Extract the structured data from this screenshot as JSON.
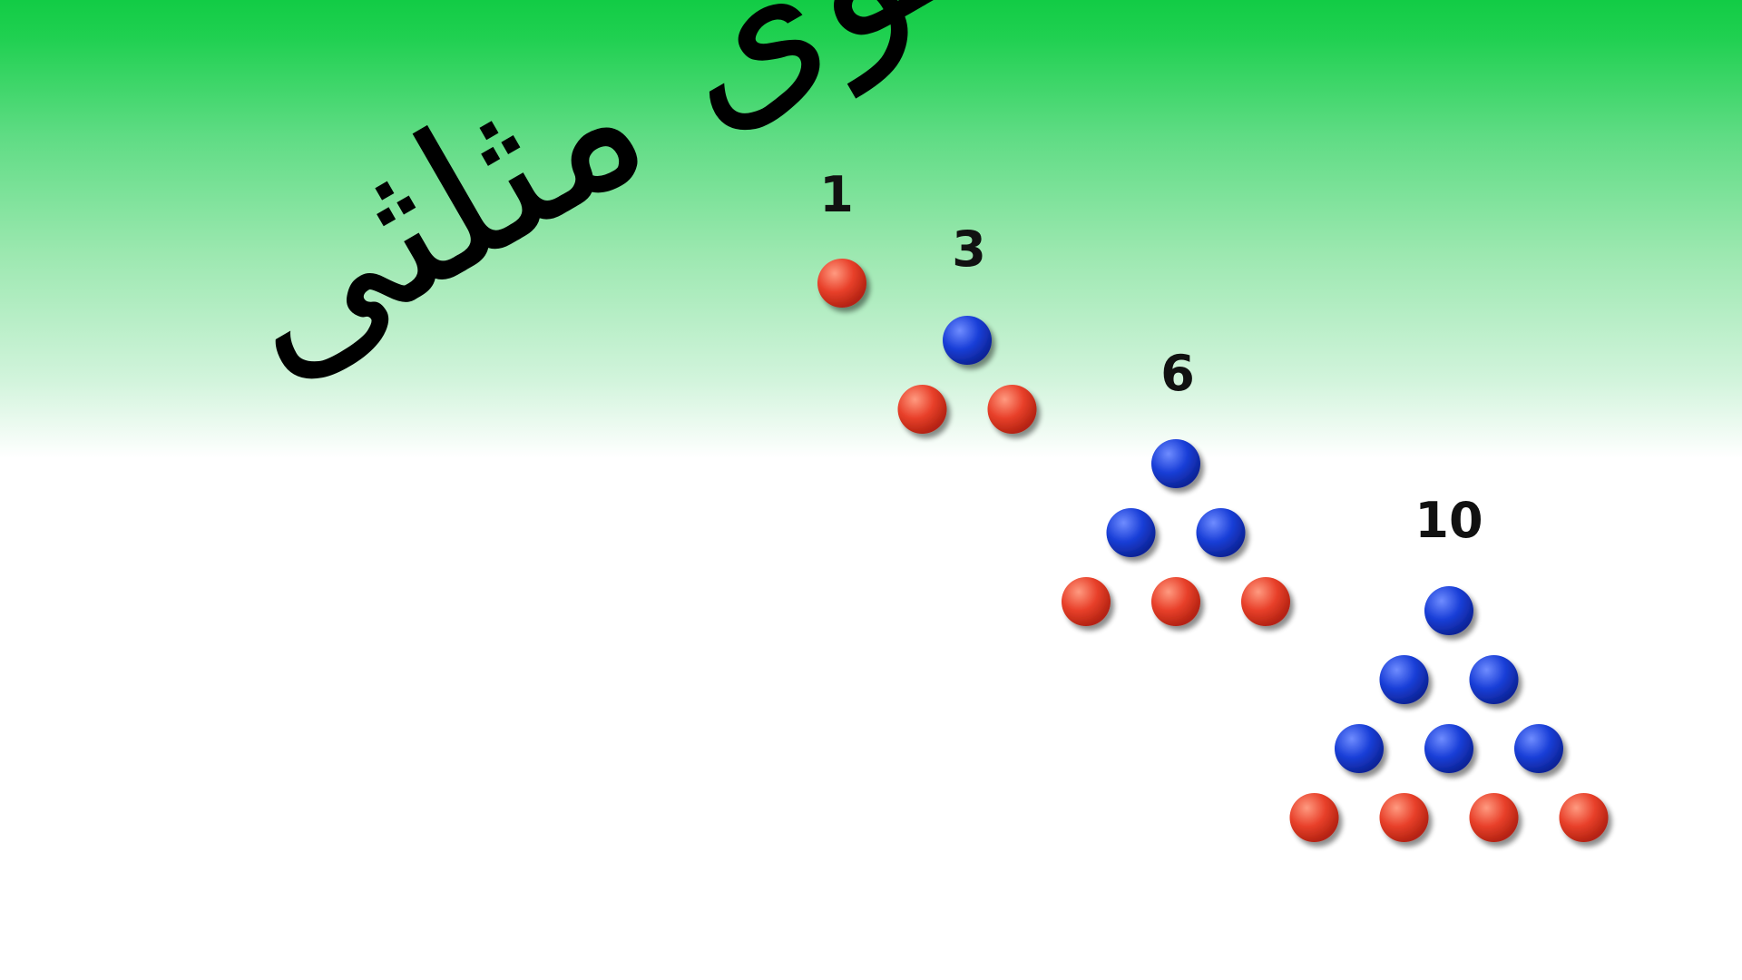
{
  "title": "الگوی مثلثی",
  "colors": {
    "dot_red": "#e8402a",
    "dot_blue": "#1a3fd8",
    "green_top": "#12cc45"
  },
  "triangles": [
    {
      "label": "1",
      "rows": [
        [
          "red"
        ]
      ]
    },
    {
      "label": "3",
      "rows": [
        [
          "blue"
        ],
        [
          "red",
          "red"
        ]
      ]
    },
    {
      "label": "6",
      "rows": [
        [
          "blue"
        ],
        [
          "blue",
          "blue"
        ],
        [
          "red",
          "red",
          "red"
        ]
      ]
    },
    {
      "label": "10",
      "rows": [
        [
          "blue"
        ],
        [
          "blue",
          "blue"
        ],
        [
          "blue",
          "blue",
          "blue"
        ],
        [
          "red",
          "red",
          "red",
          "red"
        ]
      ]
    }
  ]
}
